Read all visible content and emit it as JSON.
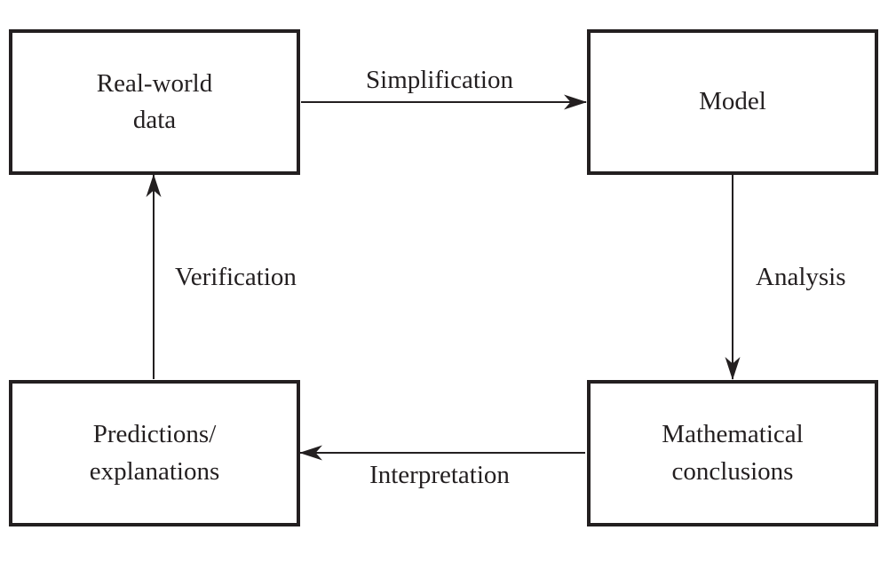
{
  "diagram": {
    "type": "flowchart-cycle",
    "colors": {
      "line": "#231f20",
      "text": "#231f20",
      "box_fill": "#ffffff",
      "background": "#ffffff"
    },
    "boxes": [
      {
        "id": "real-world-data",
        "lines": [
          "Real-world",
          "data"
        ]
      },
      {
        "id": "model",
        "lines": [
          "Model"
        ]
      },
      {
        "id": "mathematical-conclusions",
        "lines": [
          "Mathematical",
          "conclusions"
        ]
      },
      {
        "id": "predictions-explanations",
        "lines": [
          "Predictions/",
          "explanations"
        ]
      }
    ],
    "arrows": [
      {
        "id": "simplification",
        "label": "Simplification",
        "from": "real-world-data",
        "to": "model",
        "direction": "right"
      },
      {
        "id": "analysis",
        "label": "Analysis",
        "from": "model",
        "to": "mathematical-conclusions",
        "direction": "down"
      },
      {
        "id": "interpretation",
        "label": "Interpretation",
        "from": "mathematical-conclusions",
        "to": "predictions-explanations",
        "direction": "left"
      },
      {
        "id": "verification",
        "label": "Verification",
        "from": "predictions-explanations",
        "to": "real-world-data",
        "direction": "up"
      }
    ]
  }
}
